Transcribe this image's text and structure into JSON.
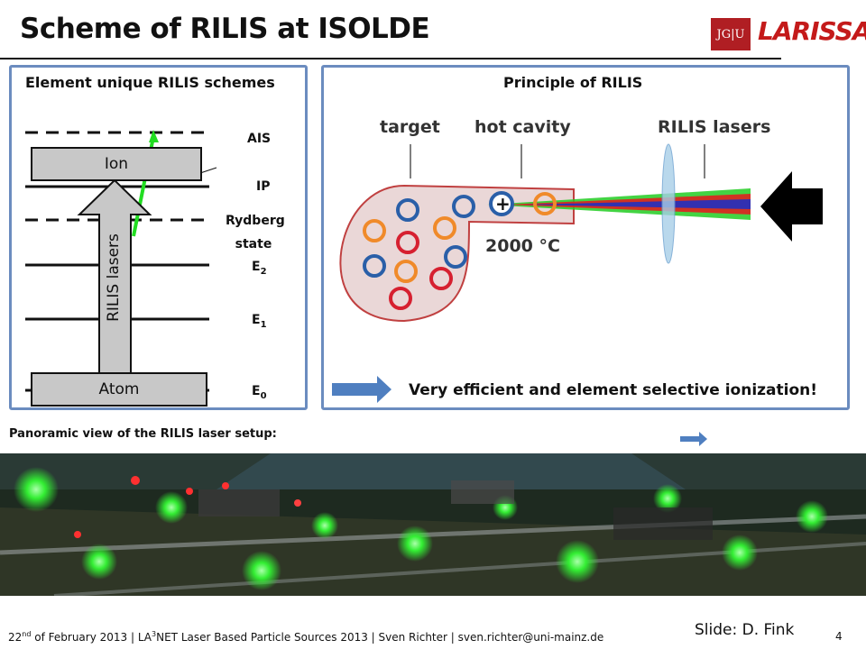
{
  "header": {
    "title": "Scheme of RILIS at ISOLDE",
    "logo_jgu": "JG|U",
    "logo_larissa": "LARISSA"
  },
  "left_panel": {
    "title": "Element unique RILIS schemes",
    "levels": {
      "ais": "AIS",
      "ip": "IP",
      "rydberg_line1": "Rydberg",
      "rydberg_line2": "state",
      "e2": "E",
      "e2_sub": "2",
      "e1": "E",
      "e1_sub": "1",
      "e0": "E",
      "e0_sub": "0"
    },
    "ion_label": "Ion",
    "atom_label": "Atom",
    "arrow_label": "RILIS lasers"
  },
  "right_panel": {
    "title": "Principle of RILIS",
    "label_target": "target",
    "label_hot_cavity": "hot cavity",
    "label_rilis_lasers": "RILIS lasers",
    "temperature": "2000 °C",
    "ion_symbol": "+",
    "conclusion": "Very efficient and element selective ionization!"
  },
  "panorama": {
    "caption": "Panoramic view of the RILIS laser setup:"
  },
  "footer": {
    "text_pre": "22",
    "text_sup": "nd",
    "text_mid": " of February 2013 | LA",
    "text_sup2": "3",
    "text_post": "NET Laser Based Particle Sources 2013 | Sven Richter | sven.richter@uni-mainz.de",
    "slide_credit": "Slide: D. Fink",
    "page_number": "4"
  },
  "colors": {
    "panel_border": "#6b8cbf",
    "arrow_blue": "#4f7fc0",
    "laser_green": "#22dd22",
    "laser_red": "#e02020",
    "laser_blue": "#2030c0",
    "orange": "#f08a2a",
    "red_circle": "#d62030",
    "blue_circle": "#2a5fa8"
  }
}
